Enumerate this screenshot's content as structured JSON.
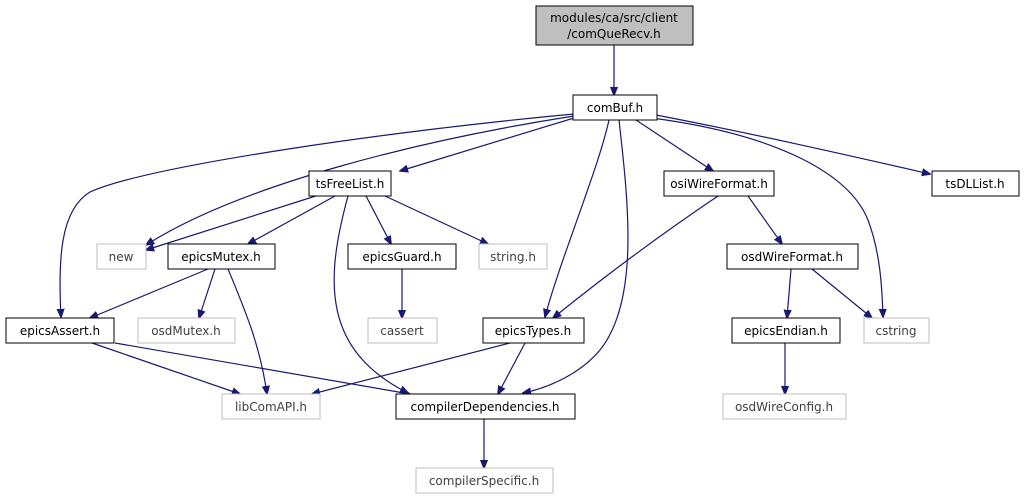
{
  "diagram": {
    "root": {
      "line1": "modules/ca/src/client",
      "line2": "/comQueRecv.h"
    },
    "nodes": {
      "combuf": "comBuf.h",
      "tsfreelist": "tsFreeList.h",
      "osiwireformat": "osiWireFormat.h",
      "tsdllist": "tsDLList.h",
      "new": "new",
      "epicsmutex": "epicsMutex.h",
      "epicsguard": "epicsGuard.h",
      "string": "string.h",
      "osdwireformat": "osdWireFormat.h",
      "epicsassert": "epicsAssert.h",
      "osdmutex": "osdMutex.h",
      "cassert": "cassert",
      "epicstypes": "epicsTypes.h",
      "epicsendian": "epicsEndian.h",
      "cstring": "cstring",
      "libcomapi": "libComAPI.h",
      "compilerdependencies": "compilerDependencies.h",
      "osdwireconfig": "osdWireConfig.h",
      "compilerspecific": "compilerSpecific.h"
    },
    "colors": {
      "edge": "#191970",
      "root_fill": "#bfbfbf",
      "node_border": "#000000",
      "external_border": "#bfbfbf",
      "external_text": "#404040"
    }
  }
}
